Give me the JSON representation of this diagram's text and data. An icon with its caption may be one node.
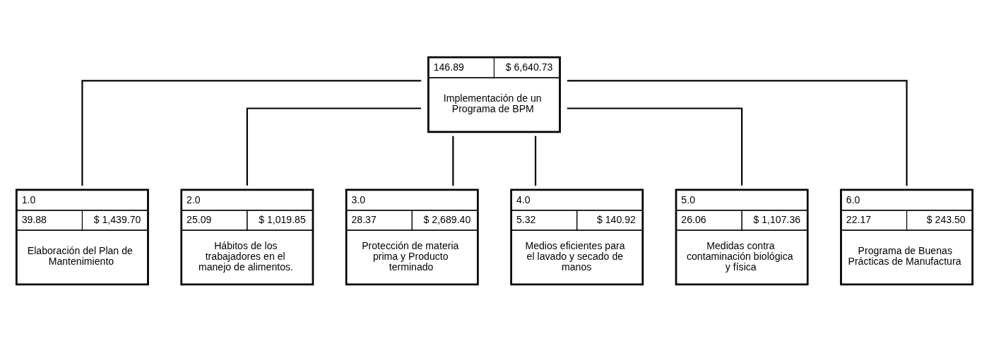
{
  "diagram": {
    "nodes": [
      {
        "text": [
          "146.89",
          "$ 6,640.73",
          "Implementación de un Programa de BPM"
        ]
      },
      {
        "text": [
          "1.0",
          "39.88",
          "$ 1,439.70",
          "Elaboración del Plan de Mantenimiento"
        ]
      },
      {
        "text": [
          "2.0",
          "25.09",
          "$ 1,019.85",
          "Hábitos de los trabajadores en el manejo de alimentos."
        ]
      },
      {
        "text": [
          "3.0",
          "28.37",
          "$ 2,689.40",
          "Protección de materia prima y Producto terminado"
        ]
      },
      {
        "text": [
          "4.0",
          "5.32",
          "$ 140.92",
          "Medios eficientes para el lavado y secado de manos"
        ]
      },
      {
        "text": [
          "5.0",
          "26.06",
          "$ 1,107.36",
          "Medidas contra contaminación biológica y física"
        ]
      },
      {
        "text": [
          "6.0",
          "22.17",
          "$ 243.50",
          "Programa de Buenas Prácticas de Manufactura"
        ]
      }
    ],
    "edges": [
      {
        "from": 0,
        "to": 1,
        "arrow": "none"
      },
      {
        "from": 0,
        "to": 2,
        "arrow": "none"
      },
      {
        "from": 0,
        "to": 3,
        "arrow": "none"
      },
      {
        "from": 0,
        "to": 4,
        "arrow": "none"
      },
      {
        "from": 0,
        "to": 5,
        "arrow": "none"
      },
      {
        "from": 0,
        "to": 6,
        "arrow": "none"
      }
    ]
  }
}
